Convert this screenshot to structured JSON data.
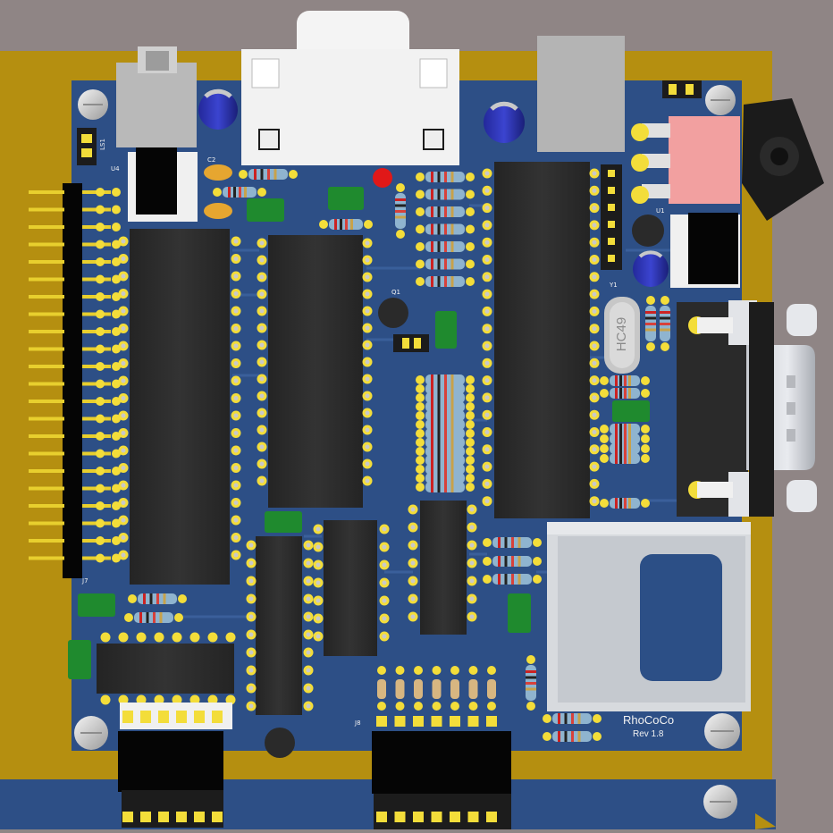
{
  "board": {
    "name": "RhoCoCo",
    "revision": "Rev 1.8"
  },
  "refs": {
    "u4": "U4",
    "c2": "C2",
    "ls1": "LS1",
    "q1": "Q1",
    "y1": "Y1",
    "u1": "U1",
    "j7": "J7",
    "j8": "J8"
  },
  "crystal": {
    "marking": "HC49"
  },
  "colors": {
    "background": "#8f8585",
    "substrate": "#b58f10",
    "solder_mask": "#2d4f86",
    "trace": "#3d63a0",
    "silkscreen": "#f2f2f2",
    "ic_body": "#2b2b2b",
    "pad": "#f3dd3a",
    "capacitor_green": "#1f8a2e",
    "connector_white": "#f0f0f0",
    "sd_metal": "#cfd2d8",
    "switch_pink": "#f2a0a0"
  }
}
